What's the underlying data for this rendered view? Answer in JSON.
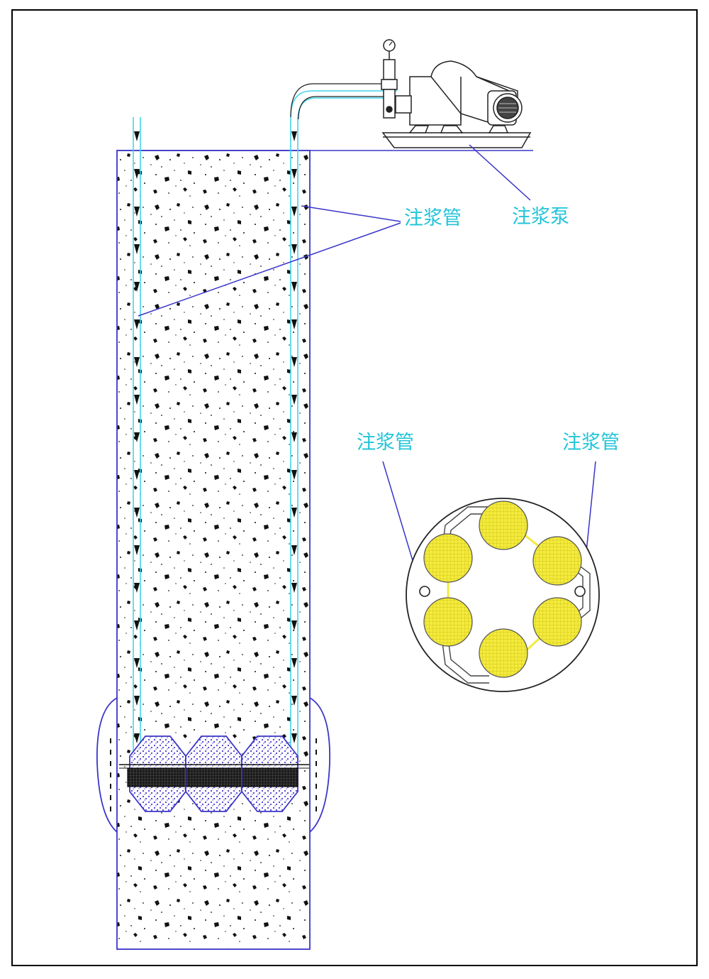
{
  "labels": {
    "pipe_label_main": "注浆管",
    "pump_label": "注浆泵",
    "pipe_label_section_left": "注浆管",
    "pipe_label_section_right": "注浆管"
  },
  "colors": {
    "outline": "#3a35c8",
    "pipe": "#3fd6ea",
    "label": "#22c4d8",
    "grout_fill": "#4c3ad0",
    "rebar_fill": "#f3ea3c",
    "frame": "#000000"
  },
  "icons": [
    "grouting-pump-icon",
    "pressure-gauge-icon",
    "motor-icon",
    "flow-arrow-icon"
  ]
}
